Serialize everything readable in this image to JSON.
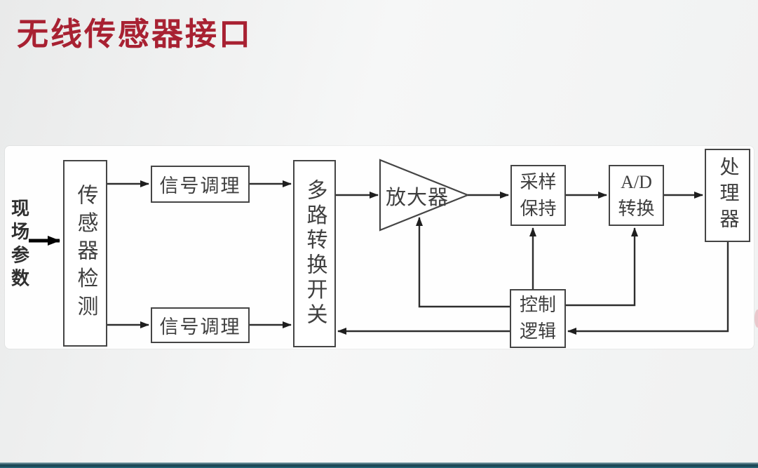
{
  "slide": {
    "title": "无线传感器接口",
    "title_color": "#a82132",
    "footer_bar_colors": [
      "#9cb8bf",
      "#123f4e",
      "#2c6d80"
    ]
  },
  "diagram": {
    "input_label": "现场参数",
    "blocks": {
      "sensor_detect": "传感器检测",
      "signal_cond_top": "信号调理",
      "signal_cond_bottom": "信号调理",
      "multiplexer": "多路转换开关",
      "amplifier": "放大器",
      "sample_hold": [
        "采样",
        "保持"
      ],
      "ad_converter": [
        "A/D",
        "转换"
      ],
      "processor": "处理器",
      "control_logic": [
        "控制",
        "逻辑"
      ]
    },
    "line_color": "#2e2e2e",
    "box_border_color": "#454545"
  }
}
